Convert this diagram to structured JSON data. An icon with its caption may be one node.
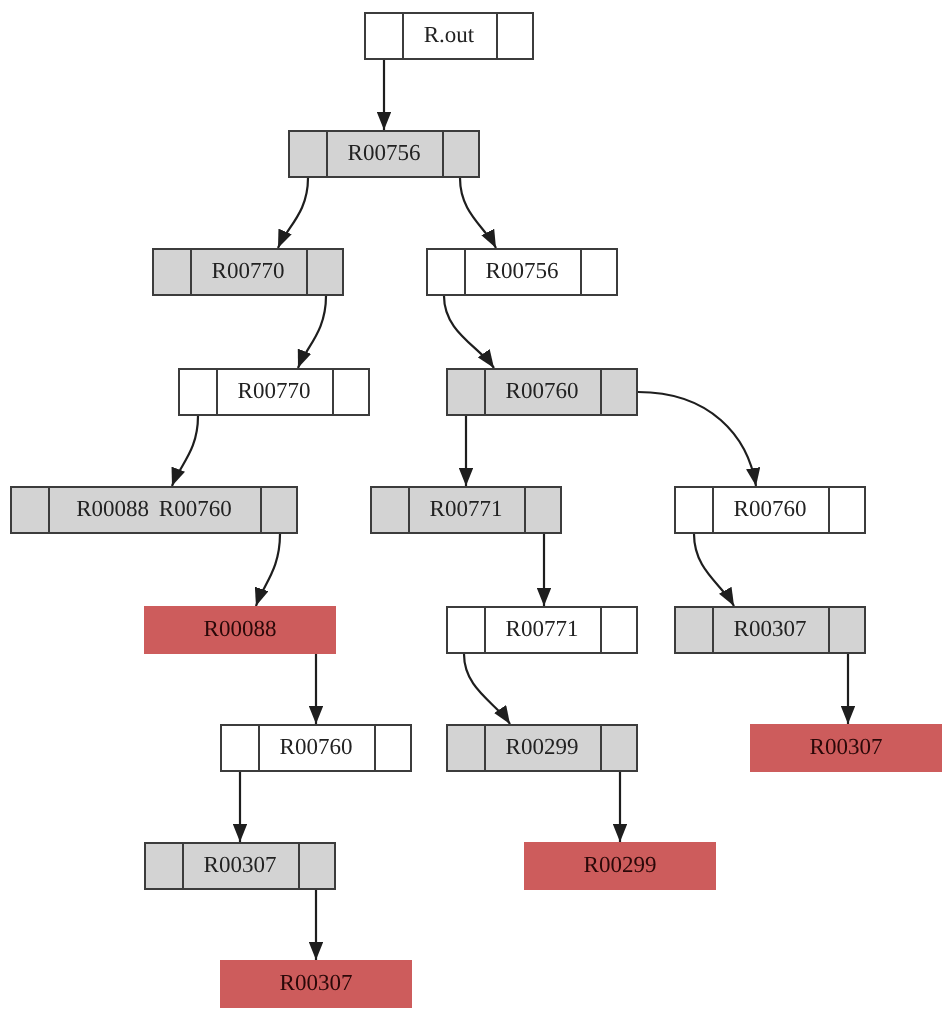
{
  "diagram": {
    "nodes": [
      {
        "text": [
          "R.out"
        ]
      },
      {
        "text": [
          "R00756"
        ]
      },
      {
        "text": [
          "R00770"
        ]
      },
      {
        "text": [
          "R00756"
        ]
      },
      {
        "text": [
          "R00770"
        ]
      },
      {
        "text": [
          "R00760"
        ]
      },
      {
        "text": [
          "R00088 R00760"
        ]
      },
      {
        "text": [
          "R00771"
        ]
      },
      {
        "text": [
          "R00760"
        ]
      },
      {
        "text": [
          "R00088"
        ]
      },
      {
        "text": [
          "R00771"
        ]
      },
      {
        "text": [
          "R00307"
        ]
      },
      {
        "text": [
          "R00760"
        ]
      },
      {
        "text": [
          "R00299"
        ]
      },
      {
        "text": [
          "R00307"
        ]
      },
      {
        "text": [
          "R00307"
        ]
      },
      {
        "text": [
          "R00299"
        ]
      },
      {
        "text": [
          "R00307"
        ]
      }
    ],
    "edges": [
      {
        "from": 0,
        "to": 1,
        "arrow": "to"
      },
      {
        "from": 1,
        "to": 2,
        "arrow": "to"
      },
      {
        "from": 1,
        "to": 3,
        "arrow": "to"
      },
      {
        "from": 2,
        "to": 4,
        "arrow": "to"
      },
      {
        "from": 3,
        "to": 5,
        "arrow": "to"
      },
      {
        "from": 4,
        "to": 6,
        "arrow": "to"
      },
      {
        "from": 5,
        "to": 7,
        "arrow": "to"
      },
      {
        "from": 5,
        "to": 8,
        "arrow": "to"
      },
      {
        "from": 6,
        "to": 9,
        "arrow": "to"
      },
      {
        "from": 7,
        "to": 10,
        "arrow": "to"
      },
      {
        "from": 8,
        "to": 11,
        "arrow": "to"
      },
      {
        "from": 9,
        "to": 12,
        "arrow": "to"
      },
      {
        "from": 10,
        "to": 13,
        "arrow": "to"
      },
      {
        "from": 11,
        "to": 14,
        "arrow": "to"
      },
      {
        "from": 12,
        "to": 15,
        "arrow": "to"
      },
      {
        "from": 13,
        "to": 16,
        "arrow": "to"
      },
      {
        "from": 15,
        "to": 17,
        "arrow": "to"
      }
    ]
  }
}
